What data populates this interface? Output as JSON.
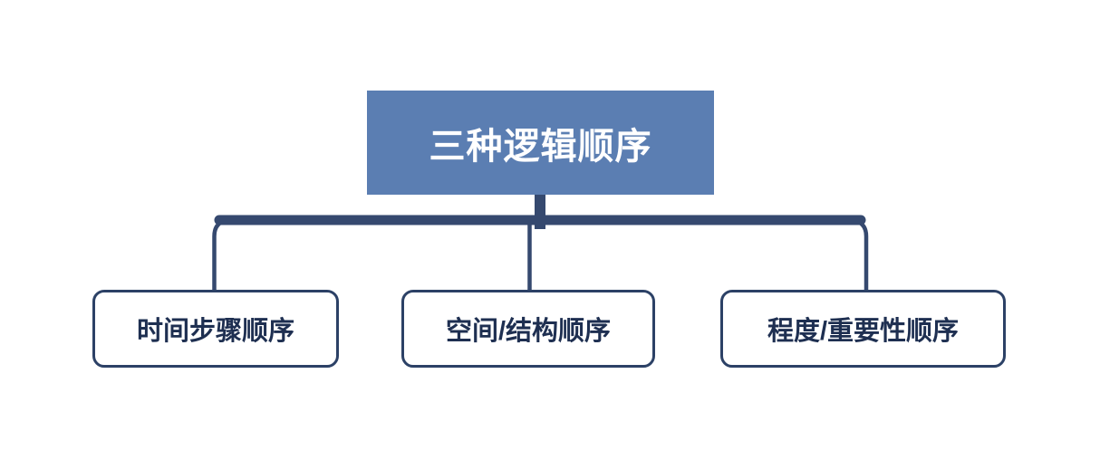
{
  "diagram": {
    "type": "hierarchy",
    "root": {
      "label": "三种逻辑顺序"
    },
    "children": [
      {
        "label": "时间步骤顺序"
      },
      {
        "label": "空间/结构顺序"
      },
      {
        "label": "程度/重要性顺序"
      }
    ],
    "colors": {
      "root_fill": "#5b7eb2",
      "root_text": "#ffffff",
      "connector": "#35496f",
      "child_border": "#2c4166",
      "child_text": "#1e2f51",
      "background": "#ffffff"
    }
  }
}
